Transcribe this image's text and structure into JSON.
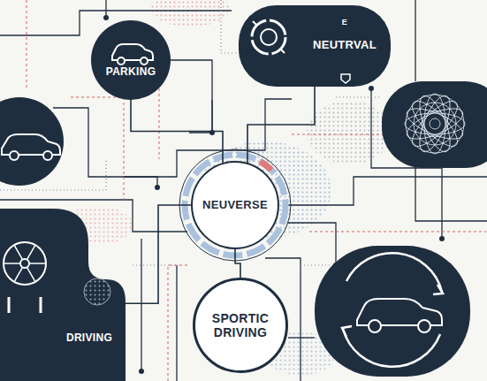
{
  "diagram": {
    "nodes": [
      {
        "text": [
          "PARKING"
        ]
      },
      {
        "text": [
          "E",
          "NEUTRVAL"
        ]
      },
      {
        "text": [
          "NEUVERSE"
        ]
      },
      {
        "text": [
          "DRIVING"
        ]
      },
      {
        "text": [
          "SPORTIC DRIVING"
        ]
      }
    ],
    "edges": [
      {
        "from": 2,
        "to": 0,
        "arrow": "none"
      },
      {
        "from": 2,
        "to": 1,
        "arrow": "none"
      },
      {
        "from": 2,
        "to": 3,
        "arrow": "none"
      },
      {
        "from": 2,
        "to": 4,
        "arrow": "none"
      }
    ]
  }
}
